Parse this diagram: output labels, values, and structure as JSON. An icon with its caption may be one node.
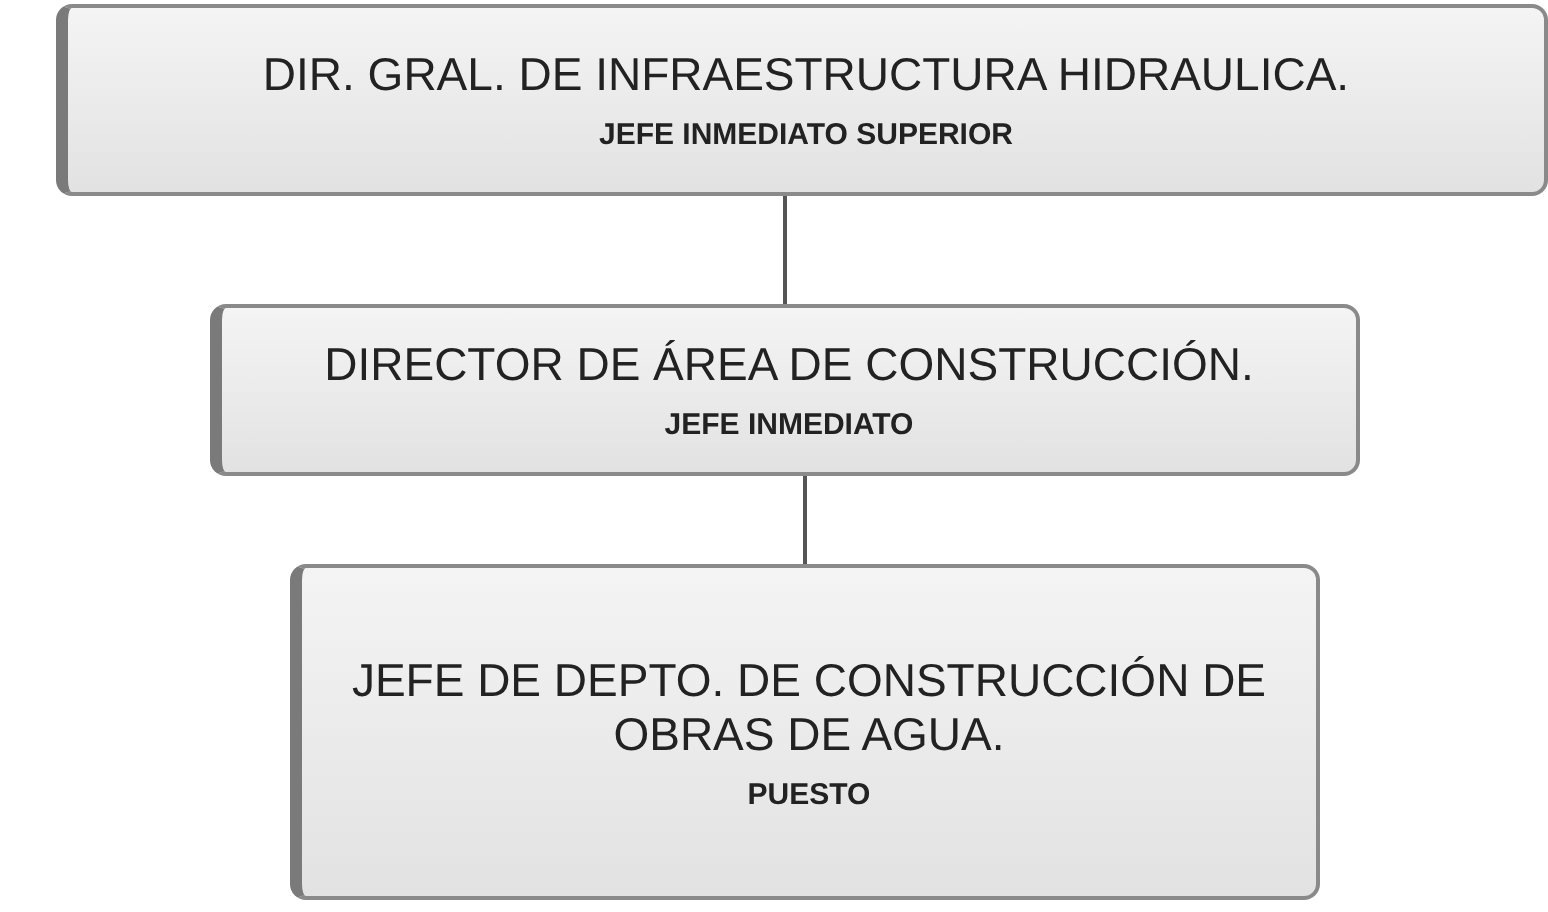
{
  "diagram": {
    "nodes": [
      {
        "text": [
          "DIR. GRAL. DE INFRAESTRUCTURA HIDRAULICA.",
          "JEFE INMEDIATO SUPERIOR"
        ]
      },
      {
        "text": [
          "DIRECTOR DE ÁREA DE CONSTRUCCIÓN.",
          "JEFE INMEDIATO"
        ]
      },
      {
        "text": [
          "JEFE DE DEPTO. DE CONSTRUCCIÓN DE OBRAS DE AGUA.",
          "PUESTO"
        ]
      }
    ],
    "edges": [
      {
        "from": 0,
        "to": 1,
        "arrow": "none"
      },
      {
        "from": 1,
        "to": 2,
        "arrow": "none"
      }
    ]
  }
}
